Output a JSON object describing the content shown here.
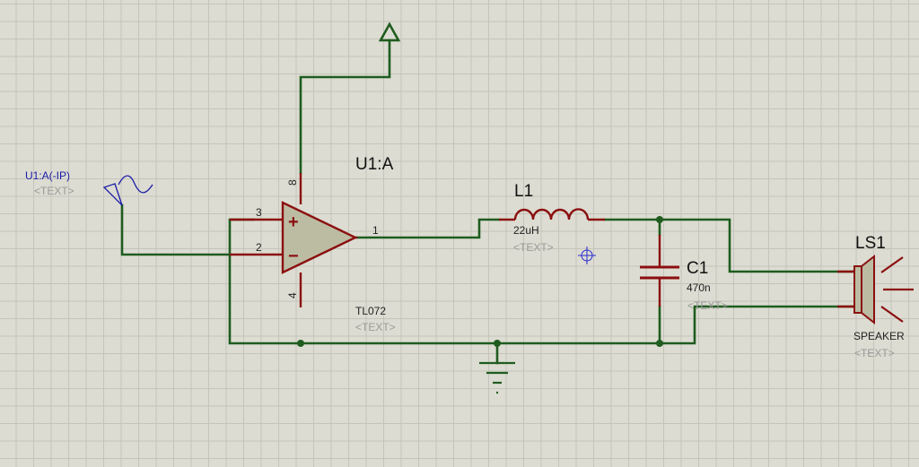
{
  "colors": {
    "background": "#dcdcd2",
    "wire": "#1f5c1f",
    "component": "#8b0f0f",
    "opamp_fill": "#bcbca3",
    "generator": "#1a1aa8",
    "placeholder_text": "#9a9a9a"
  },
  "generator": {
    "name": "U1:A(-IP)",
    "placeholder": "<TEXT>",
    "icon": "sine-source-icon"
  },
  "opamp": {
    "ref": "U1:A",
    "value": "TL072",
    "placeholder": "<TEXT>",
    "plus_sign": "+",
    "minus_sign": "−",
    "pins": {
      "non_inverting": "3",
      "inverting": "2",
      "output": "1",
      "v_plus": "8",
      "v_minus": "4"
    }
  },
  "inductor": {
    "ref": "L1",
    "value": "22uH",
    "placeholder": "<TEXT>"
  },
  "capacitor": {
    "ref": "C1",
    "value": "470n",
    "placeholder": "<TEXT>"
  },
  "speaker": {
    "ref": "LS1",
    "value": "SPEAKER",
    "placeholder": "<TEXT>"
  },
  "icons": {
    "power": "power-arrow-icon",
    "ground": "ground-icon",
    "cursor": "crosshair-cursor-icon"
  }
}
